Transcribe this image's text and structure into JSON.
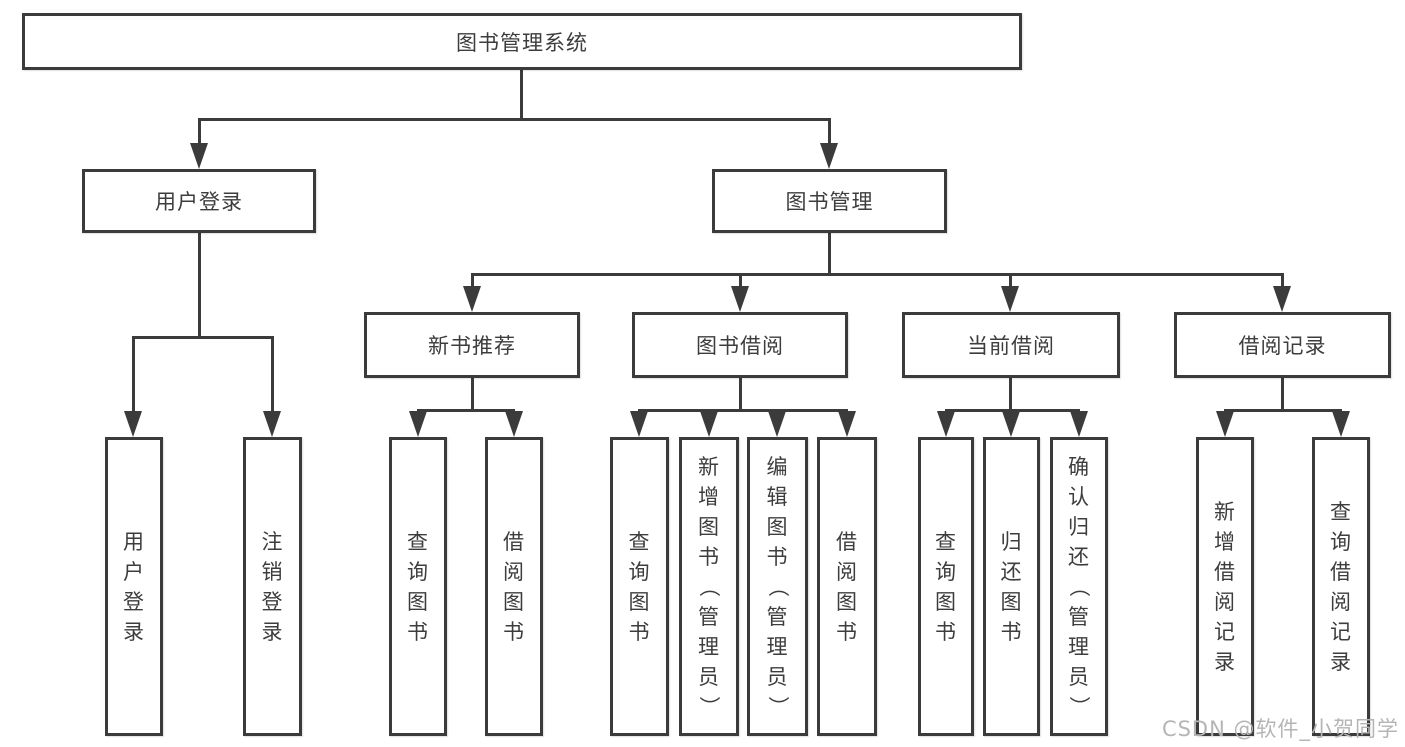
{
  "tree": {
    "root": "图书管理系统",
    "branches": [
      {
        "label": "用户登录",
        "children": [
          "用户登录",
          "注销登录"
        ]
      },
      {
        "label": "图书管理",
        "groups": [
          {
            "label": "新书推荐",
            "children": [
              "查询图书",
              "借阅图书"
            ]
          },
          {
            "label": "图书借阅",
            "children": [
              "查询图书",
              "新增图书（管理员）",
              "编辑图书（管理员）",
              "借阅图书"
            ]
          },
          {
            "label": "当前借阅",
            "children": [
              "查询图书",
              "归还图书",
              "确认归还（管理员）"
            ]
          },
          {
            "label": "借阅记录",
            "children": [
              "新增借阅记录",
              "查询借阅记录"
            ]
          }
        ]
      }
    ]
  },
  "watermark": {
    "text": "CSDN @软件_小贺同学"
  },
  "colors": {
    "line": "#3b3b3b",
    "text": "#3d3d3d",
    "background": "#ffffff",
    "watermark": "#b5b5b5"
  }
}
